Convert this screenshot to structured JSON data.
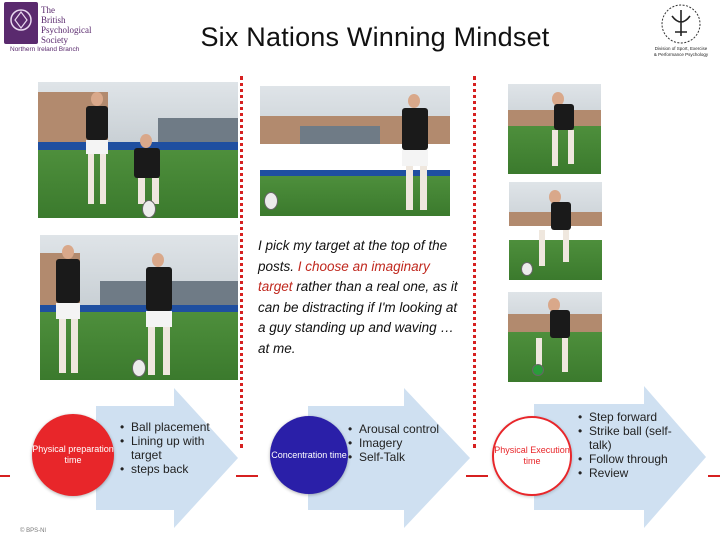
{
  "logo": {
    "name_lines": [
      "The",
      "British",
      "Psychological",
      "Society"
    ],
    "branch": "Northern Ireland Branch"
  },
  "title": "Six Nations Winning Mindset",
  "seal": {
    "text_lines": [
      "Division of Sport, Exercise",
      "& Performance Psychology"
    ]
  },
  "quote": {
    "part1": "I pick my target at the top of the posts. ",
    "highlight": "I choose an imaginary target",
    "part2": " rather than a real one, as it can be distracting if I'm looking at a guy standing up and waving … at me."
  },
  "phases": [
    {
      "circle_label": "Physical preparation time",
      "circle_color": "#e8262a",
      "steps": [
        "Ball placement",
        "Lining up with target",
        "steps back"
      ]
    },
    {
      "circle_label": "Concentration time",
      "circle_color": "#2a1fa8",
      "steps": [
        "Arousal control",
        "Imagery",
        "Self-Talk"
      ]
    },
    {
      "circle_label": "Physical Execution time",
      "circle_color": "#ffffff",
      "steps": [
        "Step forward",
        "Strike ball (self-talk)",
        "Follow through",
        "Review"
      ]
    }
  ],
  "colors": {
    "accent_red": "#d62020",
    "arrow_blue": "#cfe0f1"
  },
  "footer": "© BPS-NI"
}
